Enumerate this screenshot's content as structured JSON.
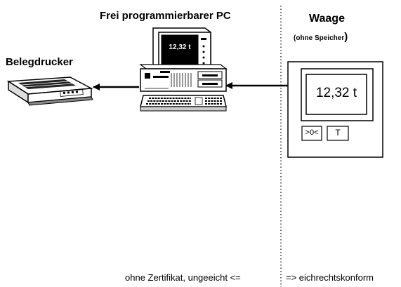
{
  "labels": {
    "pc_title": "Frei programmierbarer PC",
    "printer_title": "Belegdrucker",
    "scale_title": "Waage",
    "scale_note_text": "(ohne Speicher",
    "scale_note_close": ")"
  },
  "pc_monitor": {
    "display": "12,32 t"
  },
  "scale_device": {
    "display": "12,32 t",
    "buttons": [
      ">0<",
      "T"
    ]
  },
  "footer": {
    "left_text": "ohne Zertifikat, ungeeicht <=",
    "right_text": "=> eichrechtskonform"
  }
}
